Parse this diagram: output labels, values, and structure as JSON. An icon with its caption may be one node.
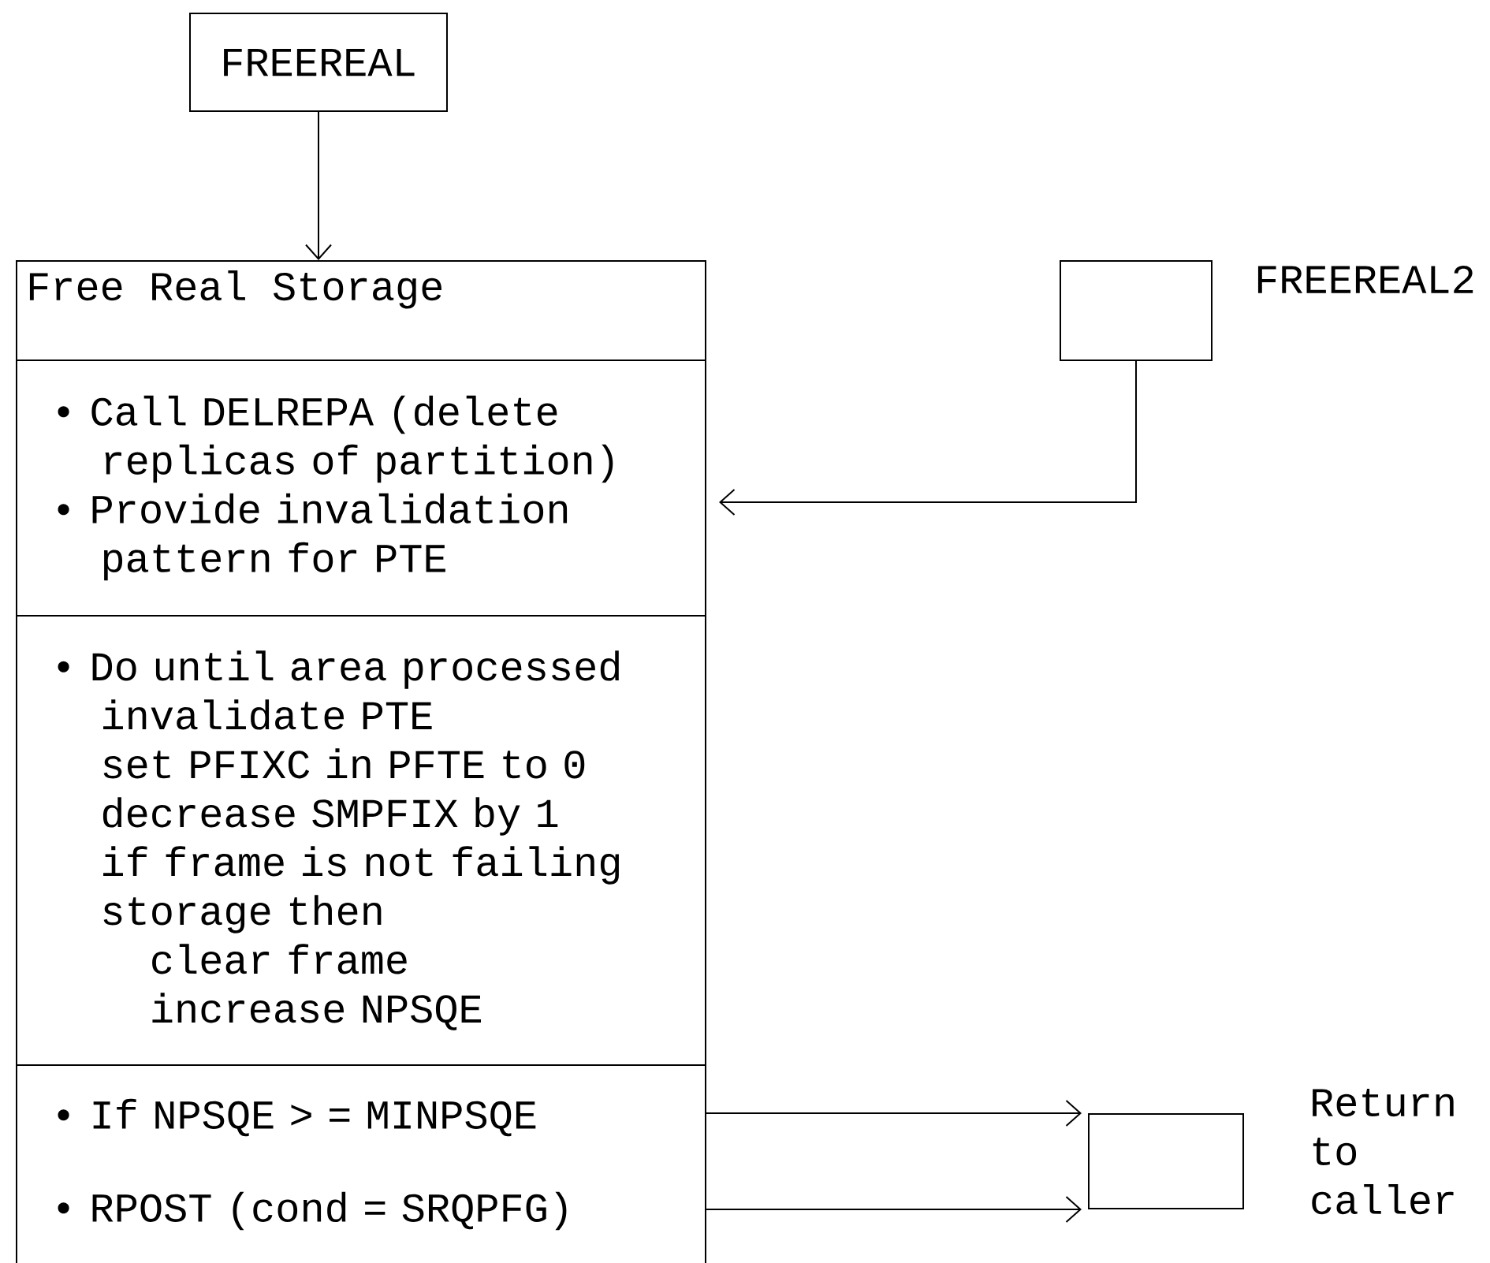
{
  "diagram": {
    "nodes": [
      {
        "text": [
          "FREEREAL"
        ]
      },
      {
        "text": [
          "Free Real Storage"
        ]
      },
      {
        "text": [
          "• Call DELREPA (delete replicas of partition)",
          "• Provide invalidation pattern for PTE"
        ],
        "in": 1
      },
      {
        "text": [
          "• Do until area processed",
          "invalidate PTE",
          "set PFIXC in PFTE to 0",
          "decrease SMPFIX by 1",
          "if frame is not failing storage then",
          "clear frame",
          "increase NPSQE"
        ],
        "in": 1
      },
      {
        "text": [
          "• If NPSQE > = MINPSQE",
          "• RPOST (cond = SRQPFG)"
        ],
        "in": 1
      },
      {
        "text": [],
        "shape": "box",
        "beside": [
          "FREEREAL2"
        ]
      },
      {
        "text": [],
        "shape": "box",
        "beside": [
          "Return to caller"
        ]
      }
    ],
    "edges": [
      {
        "from": 0,
        "to": 1,
        "arrow": "to"
      },
      {
        "from": 5,
        "to": 2,
        "arrow": "to"
      },
      {
        "from": 4,
        "to": 6,
        "arrow": "to"
      },
      {
        "from": 4,
        "to": 6,
        "arrow": "to"
      }
    ]
  }
}
